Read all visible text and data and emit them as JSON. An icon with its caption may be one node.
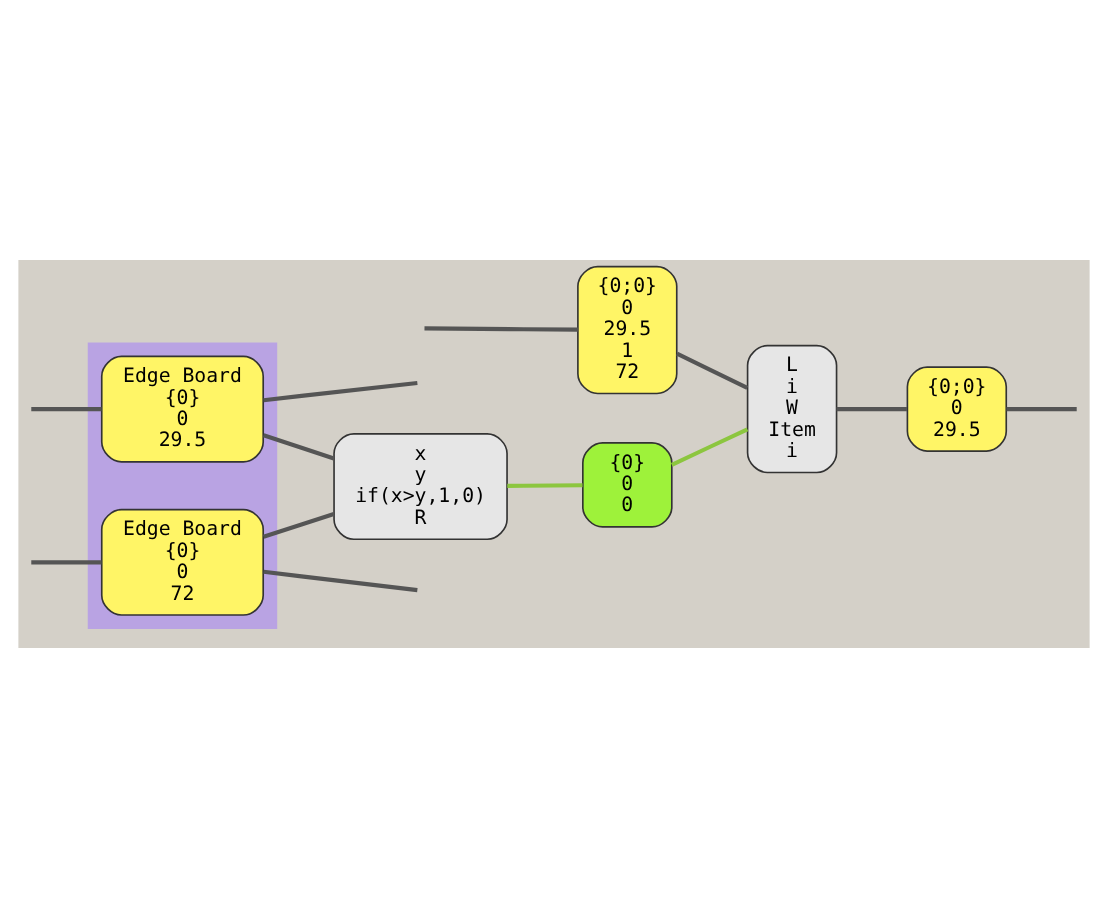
{
  "diagram": {
    "nodes": [
      {
        "text": [],
        "shape": "box"
      },
      {
        "text": [
          "Edge Board",
          "{0}",
          "0",
          "29.5"
        ],
        "in": 0
      },
      {
        "text": [
          "Edge Board",
          "{0}",
          "0",
          "72"
        ],
        "in": 0
      },
      {
        "text": [
          "x",
          "y",
          "if(x>y,1,0)",
          "R"
        ]
      },
      {
        "text": [
          "{0}",
          "0",
          "0"
        ]
      },
      {
        "text": [
          "{0;0}",
          "0",
          "29.5",
          "1",
          "72"
        ]
      },
      {
        "text": [
          "L",
          "i",
          "W",
          "Item",
          "i"
        ]
      },
      {
        "text": [
          "{0;0}",
          "0",
          "29.5"
        ]
      }
    ],
    "edges": [
      {
        "from": null,
        "to": 1,
        "arrow": "none"
      },
      {
        "from": 1,
        "to": 3,
        "arrow": "none"
      },
      {
        "from": 1,
        "to": null,
        "arrow": "none"
      },
      {
        "from": null,
        "to": 2,
        "arrow": "none"
      },
      {
        "from": 2,
        "to": 3,
        "arrow": "none"
      },
      {
        "from": 2,
        "to": null,
        "arrow": "none"
      },
      {
        "from": 3,
        "to": 4,
        "arrow": "none",
        "color": "#8cc63f"
      },
      {
        "from": 4,
        "to": 6,
        "arrow": "none",
        "color": "#8cc63f"
      },
      {
        "from": null,
        "to": 5,
        "arrow": "none"
      },
      {
        "from": 5,
        "to": 6,
        "arrow": "none"
      },
      {
        "from": 6,
        "to": 7,
        "arrow": "none"
      },
      {
        "from": 7,
        "to": null,
        "arrow": "none"
      }
    ]
  }
}
